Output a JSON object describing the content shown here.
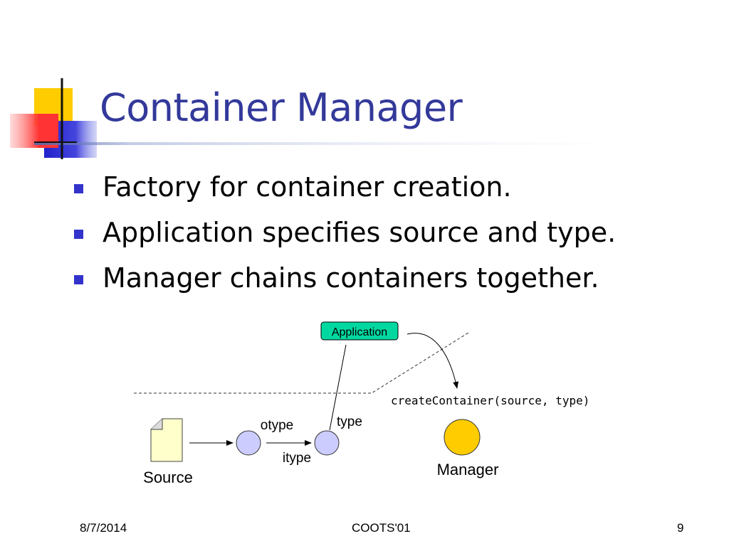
{
  "slide": {
    "title": "Container Manager",
    "bullets": [
      "Factory for container creation.",
      "Application specifies source and type.",
      "Manager chains containers together."
    ]
  },
  "diagram": {
    "application_label": "Application",
    "call_label": "createContainer(source, type)",
    "source_label": "Source",
    "otype_label": "otype",
    "itype_label": "itype",
    "type_label": "type",
    "manager_label": "Manager",
    "colors": {
      "application_fill": "#00d8a0",
      "node_fill": "#ccccff",
      "manager_fill": "#ffcc00",
      "source_fill": "#ffffcc"
    }
  },
  "footer": {
    "date": "8/7/2014",
    "center": "COOTS'01",
    "page": "9"
  },
  "theme": {
    "title_color": "#33399a",
    "bullet_color": "#3333cc"
  }
}
